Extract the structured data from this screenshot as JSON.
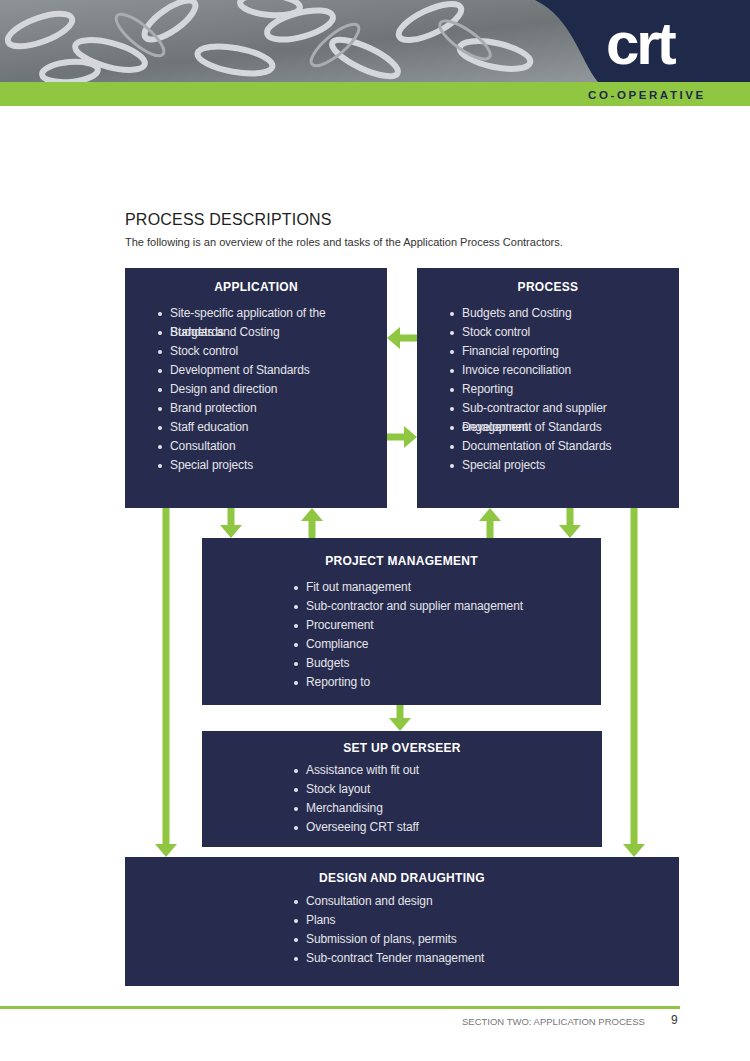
{
  "diagram": {
    "title": "PROCESS DESCRIPTIONS",
    "caption": "The following is an overview of the roles and tasks of the Application Process Contractors.",
    "nodes": [
      {
        "text": [
          "APPLICATION",
          "Site-specific application of the Standards",
          "Budgets and Costing",
          "Stock control",
          "Development of Standards",
          "Design and direction",
          "Brand protection",
          "Staff education",
          "Consultation",
          "Special projects"
        ]
      },
      {
        "text": [
          "PROCESS",
          "Budgets and Costing",
          "Stock control",
          "Financial reporting",
          "Invoice reconciliation",
          "Reporting",
          "Sub-contractor and supplier engagement",
          "Development of Standards",
          "Documentation of Standards",
          "Special projects"
        ]
      },
      {
        "text": [
          "PROJECT MANAGEMENT",
          "Fit out management",
          "Sub-contractor and supplier management",
          "Procurement",
          "Compliance",
          "Budgets",
          "Reporting to"
        ]
      },
      {
        "text": [
          "SET UP OVERSEER",
          "Assistance with fit out",
          "Stock layout",
          "Merchandising",
          "Overseeing CRT staff"
        ]
      },
      {
        "text": [
          "DESIGN AND DRAUGHTING",
          "Consultation and design",
          "Plans",
          "Submission of plans, permits",
          "Sub-contract Tender management"
        ]
      }
    ],
    "edges": [
      {
        "from": 1,
        "to": 0,
        "arrow": "to"
      },
      {
        "from": 0,
        "to": 1,
        "arrow": "to"
      },
      {
        "from": 0,
        "to": 2,
        "arrow": "to"
      },
      {
        "from": 2,
        "to": 0,
        "arrow": "to"
      },
      {
        "from": 2,
        "to": 1,
        "arrow": "to"
      },
      {
        "from": 1,
        "to": 2,
        "arrow": "to"
      },
      {
        "from": 2,
        "to": 3,
        "arrow": "to"
      },
      {
        "from": 0,
        "to": 4,
        "arrow": "to"
      },
      {
        "from": 1,
        "to": 4,
        "arrow": "to"
      }
    ],
    "labels": [
      "crt",
      "CO-OPERATIVE",
      "SECTION TWO: APPLICATION PROCESS",
      "9"
    ]
  }
}
